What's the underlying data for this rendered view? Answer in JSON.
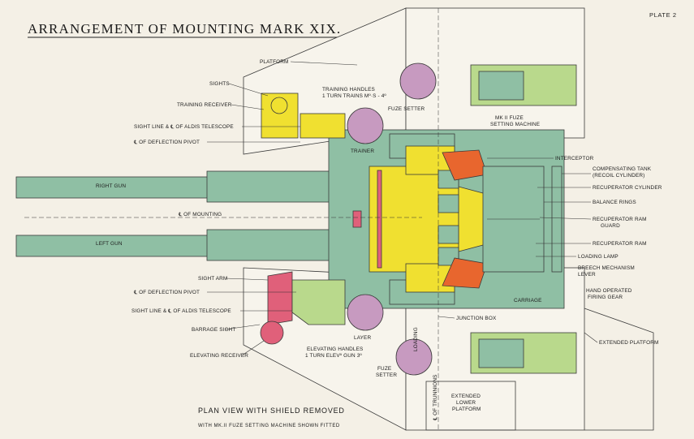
{
  "title": "ARRANGEMENT OF MOUNTING MARK XIX.",
  "plate": "PLATE 2",
  "caption": {
    "line1": "PLAN VIEW WITH SHIELD REMOVED",
    "line2": "WITH MK.II FUZE SETTING MACHINE SHOWN FITTED"
  },
  "labels": {
    "platform": "PLATFORM",
    "sights": "SIGHTS",
    "training_handles_1": "TRAINING HANDLES",
    "training_handles_2": "1 TURN TRAINS Mº·S - 4º",
    "training_receiver": "TRAINING RECEIVER",
    "fuze_setter_top": "FUZE SETTER",
    "fuze_machine_1": "MK II FUZE",
    "fuze_machine_2": "SETTING MACHINE",
    "sight_line_top": "SIGHT LINE & ℄ OF ALDIS TELESCOPE",
    "deflection_pivot_top": "℄ OF DEFLECTION PIVOT",
    "trainer": "TRAINER",
    "interceptor": "INTERCEPTOR",
    "comp_tank_1": "COMPENSATING TANK",
    "comp_tank_2": "(RECOIL CYLINDER)",
    "recup_cylinder": "RECUPERATOR CYLINDER",
    "balance_rings": "BALANCE RINGS",
    "recup_ram_guard_1": "RECUPERATOR RAM",
    "recup_ram_guard_2": "GUARD",
    "right_gun": "RIGHT GUN",
    "mounting_cl": "℄ OF MOUNTING",
    "left_gun": "LEFT GUN",
    "recup_ram": "RECUPERATOR RAM",
    "loading_lamp": "LOADING LAMP",
    "breech_lever_1": "BREECH MECHANISM",
    "breech_lever_2": "LEVER",
    "sight_arm": "SIGHT ARM",
    "deflection_pivot_bottom": "℄ OF DEFLECTION PIVOT",
    "carriage": "CARRIAGE",
    "firing_gear_1": "HAND OPERATED",
    "firing_gear_2": "FIRING GEAR",
    "sight_line_bottom": "SIGHT LINE & ℄ OF ALDIS TELESCOPE",
    "barrage_sight": "BARRAGE SIGHT",
    "junction_box": "JUNCTION BOX",
    "layer": "LAYER",
    "elev_handles_1": "ELEVATING HANDLES",
    "elev_handles_2": "1 TURN ELEVº GUN 3º",
    "elevating_receiver": "ELEVATING RECEIVER",
    "extended_platform": "EXTENDED PLATFORM",
    "fuze_setter_bottom_1": "FUZE",
    "fuze_setter_bottom_2": "SETTER",
    "ext_lower_1": "EXTENDED",
    "ext_lower_2": "LOWER",
    "ext_lower_3": "PLATFORM",
    "loading_vertical": "LOADING",
    "trunnion_cl": "℄ OF TRUNNIONS"
  },
  "colors": {
    "gun_green": "#8fbfa4",
    "yellow": "#f0e030",
    "orange": "#e8662e",
    "pink": "#e0607a",
    "mauve": "#c79ac0",
    "light_green": "#b9d98c",
    "paper": "#f4f0e6"
  }
}
